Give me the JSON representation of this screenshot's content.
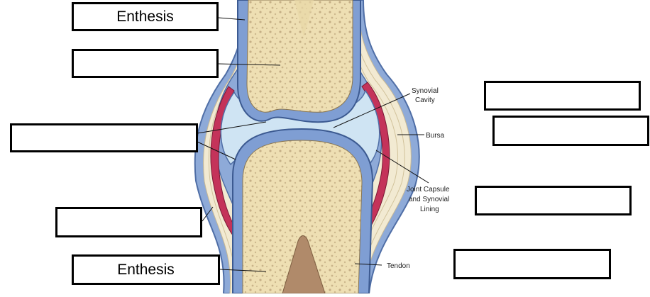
{
  "diagram": {
    "annotations": {
      "synovial_cavity_line1": "Synovial",
      "synovial_cavity_line2": "Cavity",
      "bursa": "Bursa",
      "joint_capsule_line1": "Joint Capsule",
      "joint_capsule_line2": "and Synovial",
      "joint_capsule_line3": "Lining",
      "tendon": "Tendon"
    },
    "label_boxes": {
      "top_left": "Enthesis",
      "upper_left": "",
      "middle_left": "",
      "lower_left": "",
      "bottom_left": "Enthesis",
      "upper_right_1": "",
      "upper_right_2": "",
      "middle_right": "",
      "bottom_right": ""
    },
    "colors": {
      "bone": "#eedfb3",
      "bone_texture": "#b59c73",
      "cartilage": "#7f9ed3",
      "synovial_fluid": "#cfe4f3",
      "bursa": "#c4335a",
      "tendon": "#f2ead2",
      "capsule": "#8eaad8"
    }
  }
}
